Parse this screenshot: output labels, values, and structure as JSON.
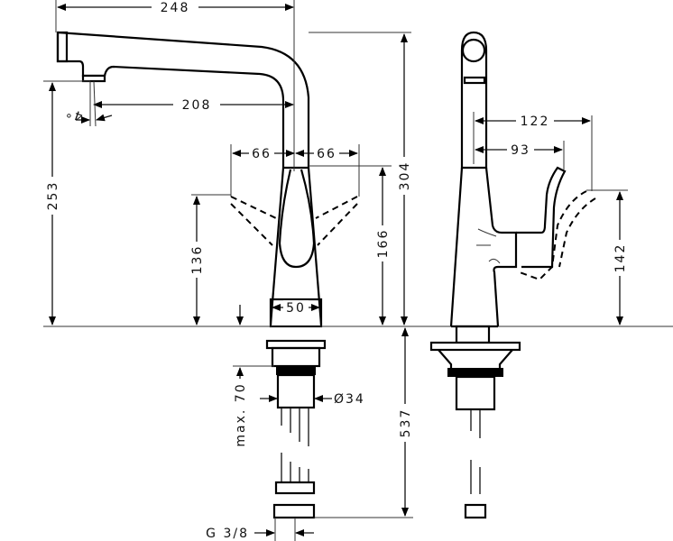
{
  "drawing": {
    "title": "Kitchen mixer faucet dimension drawing",
    "units": "mm",
    "front_view": {
      "dimensions": {
        "spout_reach_total": "248",
        "spout_reach_aerator": "208",
        "spout_angle": "4°",
        "aerator_height": "253",
        "total_height": "304",
        "lever_height_left": "136",
        "lever_height_right": "166",
        "lever_swing_left": "66",
        "lever_swing_right": "66",
        "base_diameter": "50",
        "max_thickness": "max. 70",
        "shank_diameter": "Ø34",
        "hose_length": "537",
        "connection_thread": "G 3/8"
      }
    },
    "side_view": {
      "dimensions": {
        "lever_reach_open": "122",
        "lever_reach_closed": "93",
        "lever_height": "142"
      }
    }
  }
}
